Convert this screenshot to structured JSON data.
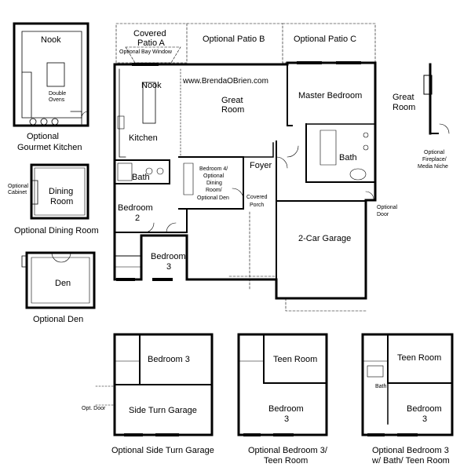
{
  "website": "www.BrendaOBrien.com",
  "main_plan": {
    "covered_patio_a": [
      "Covered",
      "Patio A"
    ],
    "optional_patio_b": "Optional Patio B",
    "optional_patio_c": "Optional Patio C",
    "optional_bay_window": "Optional Bay Window",
    "nook": "Nook",
    "great_room": [
      "Great",
      "Room"
    ],
    "master_bedroom": "Master Bedroom",
    "kitchen": "Kitchen",
    "bath_main": "Bath",
    "bedroom4": [
      "Bedroom 4/",
      "Optional",
      "Dining",
      "Room/",
      "Optional Den"
    ],
    "foyer": "Foyer",
    "bath_master": "Bath",
    "bedroom2": [
      "Bedroom",
      "2"
    ],
    "covered_porch": [
      "Covered",
      "Porch"
    ],
    "optional_door": [
      "Optional",
      "Door"
    ],
    "garage": "2-Car Garage",
    "bedroom3": [
      "Bedroom",
      "3"
    ]
  },
  "gourmet_kitchen": {
    "nook": "Nook",
    "double_ovens": [
      "Double",
      "Ovens"
    ],
    "caption": [
      "Optional",
      "Gourmet Kitchen"
    ]
  },
  "dining_room": {
    "label": [
      "Dining",
      "Room"
    ],
    "optional_cabinet": [
      "Optional",
      "Cabinet"
    ],
    "caption": "Optional Dining Room"
  },
  "den": {
    "label": "Den",
    "caption": "Optional Den"
  },
  "great_room_option": {
    "label": [
      "Great",
      "Room"
    ],
    "caption": [
      "Optional",
      "Fireplace/",
      "Media Niche"
    ]
  },
  "side_turn_garage": {
    "bedroom3": "Bedroom 3",
    "opt_door": "Opt. Door",
    "garage": "Side Turn Garage",
    "caption": "Optional Side Turn Garage"
  },
  "teen_room": {
    "teen": "Teen Room",
    "bedroom3": [
      "Bedroom",
      "3"
    ],
    "caption": [
      "Optional Bedroom 3/",
      "Teen Room"
    ]
  },
  "bath_teen_room": {
    "teen": "Teen Room",
    "bath": "Bath",
    "bedroom3": [
      "Bedroom",
      "3"
    ],
    "caption": [
      "Optional Bedroom 3",
      "w/ Bath/ Teen Room"
    ]
  }
}
